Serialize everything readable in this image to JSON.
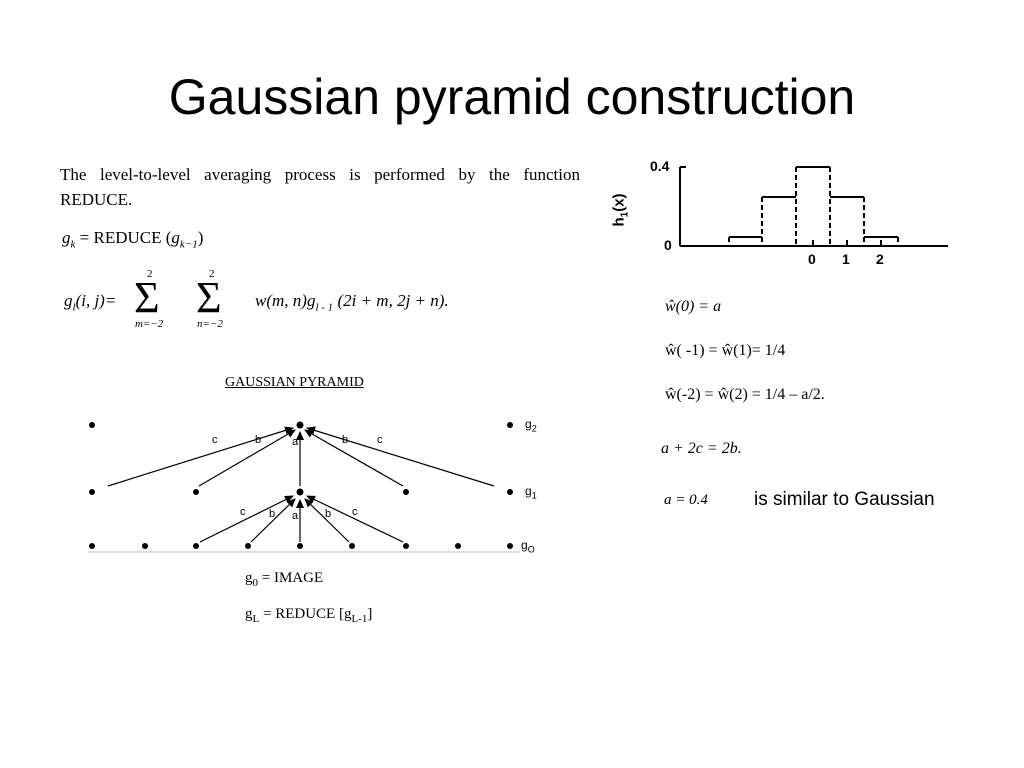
{
  "title": "Gaussian pyramid construction",
  "intro": "The level-to-level averaging process is performed by the function REDUCE.",
  "formula1": {
    "lhs": "g",
    "sub": "k",
    "eq": " = REDUCE (",
    "arg": "g",
    "argsub": "k−1",
    "close": ")"
  },
  "formula2": {
    "lhs": "g",
    "lsub": "l",
    "args": "(i, j)=",
    "sum1_top": "2",
    "sum1_bottom": "m=−2",
    "sum2_top": "2",
    "sum2_bottom": "n=−2",
    "sigma": "Σ",
    "body_w": "w(m, n)g",
    "body_sub": "l - 1",
    "body_rest": " (2i + m, 2j + n)."
  },
  "pyramid": {
    "title": "GAUSSIAN PYRAMID",
    "levels": [
      {
        "name": "g",
        "sub": "2"
      },
      {
        "name": "g",
        "sub": "1"
      },
      {
        "name": "g",
        "sub": "O"
      }
    ],
    "weight_labels": [
      "c",
      "b",
      "a",
      "b",
      "c"
    ],
    "caption1": {
      "pre": "g",
      "sub": "0",
      "post": " = IMAGE"
    },
    "caption2": {
      "pre": "g",
      "sub": "L",
      "mid": " = REDUCE [g",
      "sub2": "L-1",
      "post": "]"
    }
  },
  "graph": {
    "ylabel_main": "h",
    "ylabel_sub": "1",
    "ylabel_arg": "(x)",
    "y_ticks": [
      "0.4",
      "0"
    ],
    "x_ticks": [
      "0",
      "1",
      "2"
    ]
  },
  "weights": [
    "ŵ(0) = a",
    "ŵ( -1) =  ŵ(1)=  1/4",
    "ŵ(-2) =  ŵ(2) = 1/4 – a/2.",
    "a  +  2c  =  2b.",
    "a = 0.4"
  ],
  "note": "is similar to Gaussian"
}
